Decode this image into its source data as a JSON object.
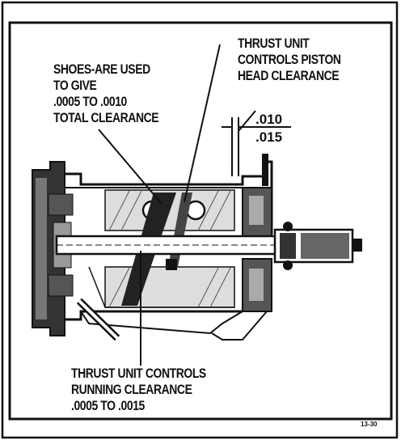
{
  "labels": {
    "shoes": [
      "SHOES-ARE USED",
      "TO GIVE",
      ".0005 TO .0010",
      "TOTAL CLEARANCE"
    ],
    "piston": [
      "THRUST UNIT",
      "CONTROLS PISTON",
      "HEAD CLEARANCE"
    ],
    "running": [
      "THRUST UNIT CONTROLS",
      "RUNNING CLEARANCE",
      ".0005 TO .0015"
    ]
  },
  "dimension": {
    "upper": ".010",
    "lower": ".015"
  },
  "figure_id": "13-30",
  "colors": {
    "ink": "#111111",
    "paper": "#ffffff"
  }
}
